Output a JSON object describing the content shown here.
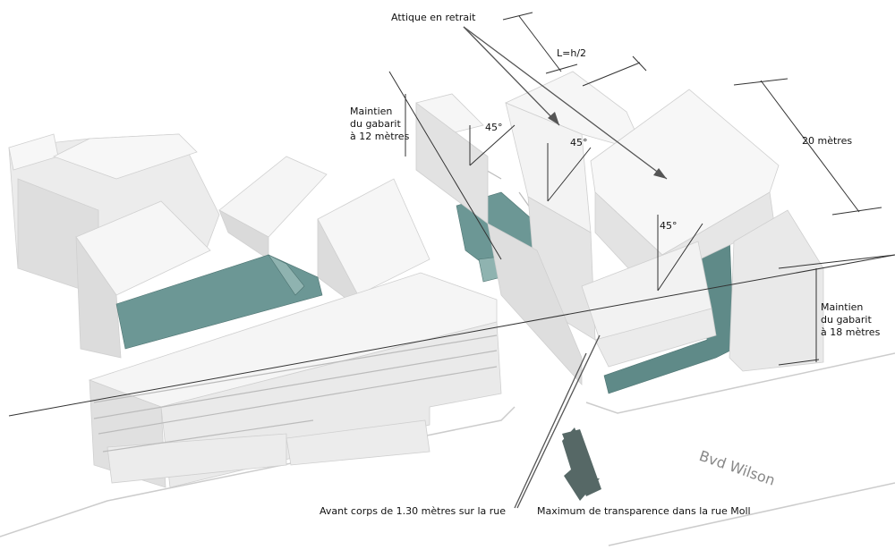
{
  "labels": {
    "attique": "Attique en retrait",
    "lh2": "L=h/2",
    "gabarit12": [
      "Maintien",
      "du gabarit",
      "à 12 mètres"
    ],
    "angle1": "45°",
    "angle2": "45°",
    "angle3": "45°",
    "twenty": "20 mètres",
    "gabarit18": [
      "Maintien",
      "du gabarit",
      "à 18 mètres"
    ],
    "road": "Bvd Wilson",
    "avant_corps": "Avant corps de 1.30 mètres sur la rue",
    "transparence": "Maximum de transparence dans la rue Moll"
  },
  "colors": {
    "top": "#f4f4f4",
    "side": "#dcdcdc",
    "shade": "#c8c8c8",
    "glass": "#5f8a88",
    "glass_light": "#8fb3b0",
    "arrow": "#566866",
    "line": "#333333"
  }
}
